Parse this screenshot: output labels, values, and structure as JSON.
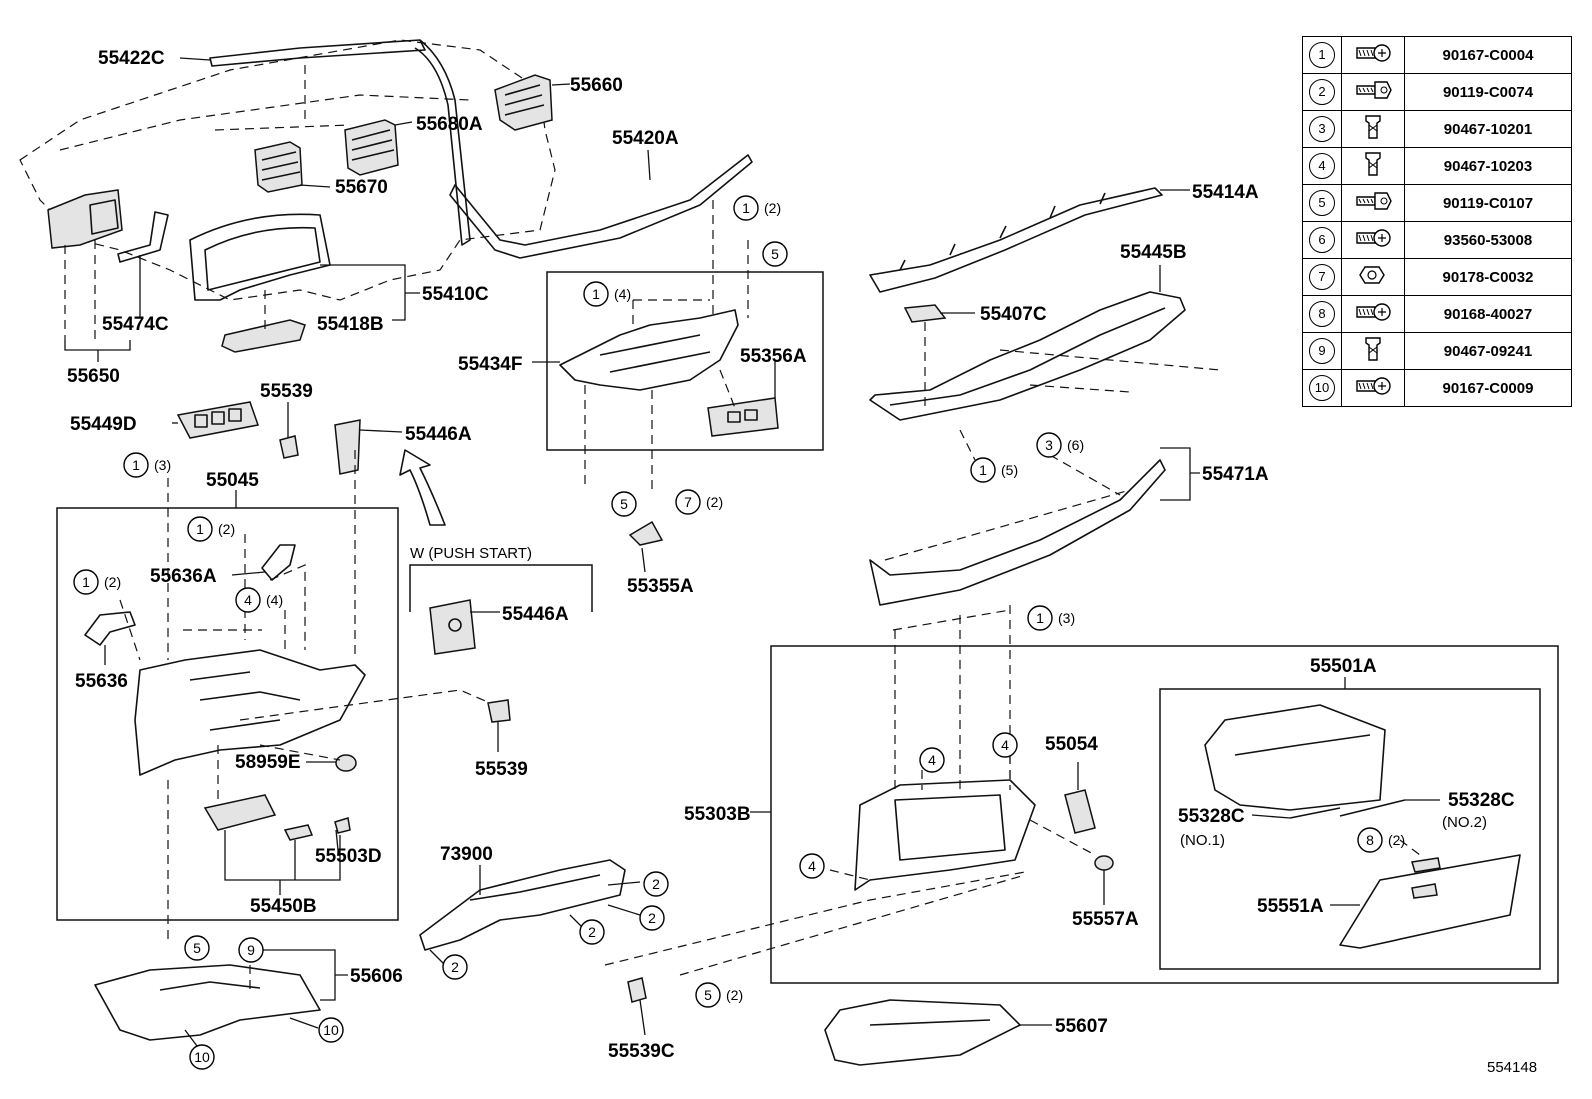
{
  "labels": {
    "p55422C": "55422C",
    "p55660": "55660",
    "p55680A": "55680A",
    "p55420A": "55420A",
    "p55670": "55670",
    "p55414A": "55414A",
    "p55445B": "55445B",
    "p55410C": "55410C",
    "p55474C": "55474C",
    "p55418B": "55418B",
    "p55650": "55650",
    "p55407C": "55407C",
    "p55434F": "55434F",
    "p55356A": "55356A",
    "p55539a": "55539",
    "p55449D": "55449D",
    "p55446Aa": "55446A",
    "p55045": "55045",
    "p55471A": "55471A",
    "p55636A": "55636A",
    "p55636": "55636",
    "p55355A": "55355A",
    "p55446Ab": "55446A",
    "p55539b": "55539",
    "p58959E": "58959E",
    "p55501A": "55501A",
    "p55054": "55054",
    "p55303B": "55303B",
    "p55328Ca": "55328C",
    "p55328Cb": "55328C",
    "p55503D": "55503D",
    "p73900": "73900",
    "p55450B": "55450B",
    "p55557A": "55557A",
    "p55551A": "55551A",
    "p55606": "55606",
    "p55607": "55607",
    "p55539C": "55539C",
    "wPushStart": "W (PUSH START)",
    "no1": "(NO.1)",
    "no2": "(NO.2)",
    "diagramId": "554148"
  },
  "callouts": {
    "c1": {
      "n": "1",
      "q": "(2)"
    },
    "c2": {
      "n": "5",
      "q": ""
    },
    "c3": {
      "n": "1",
      "q": "(4)"
    },
    "c4": {
      "n": "5",
      "q": ""
    },
    "c5": {
      "n": "7",
      "q": "(2)"
    },
    "c6": {
      "n": "1",
      "q": "(5)"
    },
    "c7": {
      "n": "3",
      "q": "(6)"
    },
    "c8": {
      "n": "1",
      "q": "(3)"
    },
    "c9": {
      "n": "1",
      "q": "(2)"
    },
    "c10": {
      "n": "1",
      "q": "(2)"
    },
    "c11": {
      "n": "4",
      "q": "(4)"
    },
    "c12": {
      "n": "1",
      "q": "(3)"
    },
    "c13": {
      "n": "4",
      "q": ""
    },
    "c14": {
      "n": "4",
      "q": ""
    },
    "c15": {
      "n": "4",
      "q": ""
    },
    "c16": {
      "n": "8",
      "q": "(2)"
    },
    "c17": {
      "n": "2",
      "q": ""
    },
    "c18": {
      "n": "2",
      "q": ""
    },
    "c19": {
      "n": "2",
      "q": ""
    },
    "c20": {
      "n": "2",
      "q": ""
    },
    "c21": {
      "n": "5",
      "q": ""
    },
    "c22": {
      "n": "9",
      "q": ""
    },
    "c23": {
      "n": "10",
      "q": ""
    },
    "c24": {
      "n": "10",
      "q": ""
    },
    "c25": {
      "n": "5",
      "q": "(2)"
    }
  },
  "fastener_table": [
    {
      "no": "1",
      "part": "90167-C0004",
      "icon": "screw-icon"
    },
    {
      "no": "2",
      "part": "90119-C0074",
      "icon": "bolt-icon"
    },
    {
      "no": "3",
      "part": "90467-10201",
      "icon": "clip-icon"
    },
    {
      "no": "4",
      "part": "90467-10203",
      "icon": "clip-icon"
    },
    {
      "no": "5",
      "part": "90119-C0107",
      "icon": "bolt-icon"
    },
    {
      "no": "6",
      "part": "93560-53008",
      "icon": "screw-icon"
    },
    {
      "no": "7",
      "part": "90178-C0032",
      "icon": "nut-icon"
    },
    {
      "no": "8",
      "part": "90168-40027",
      "icon": "screw-icon"
    },
    {
      "no": "9",
      "part": "90467-09241",
      "icon": "clip-icon"
    },
    {
      "no": "10",
      "part": "90167-C0009",
      "icon": "screw-icon"
    }
  ]
}
